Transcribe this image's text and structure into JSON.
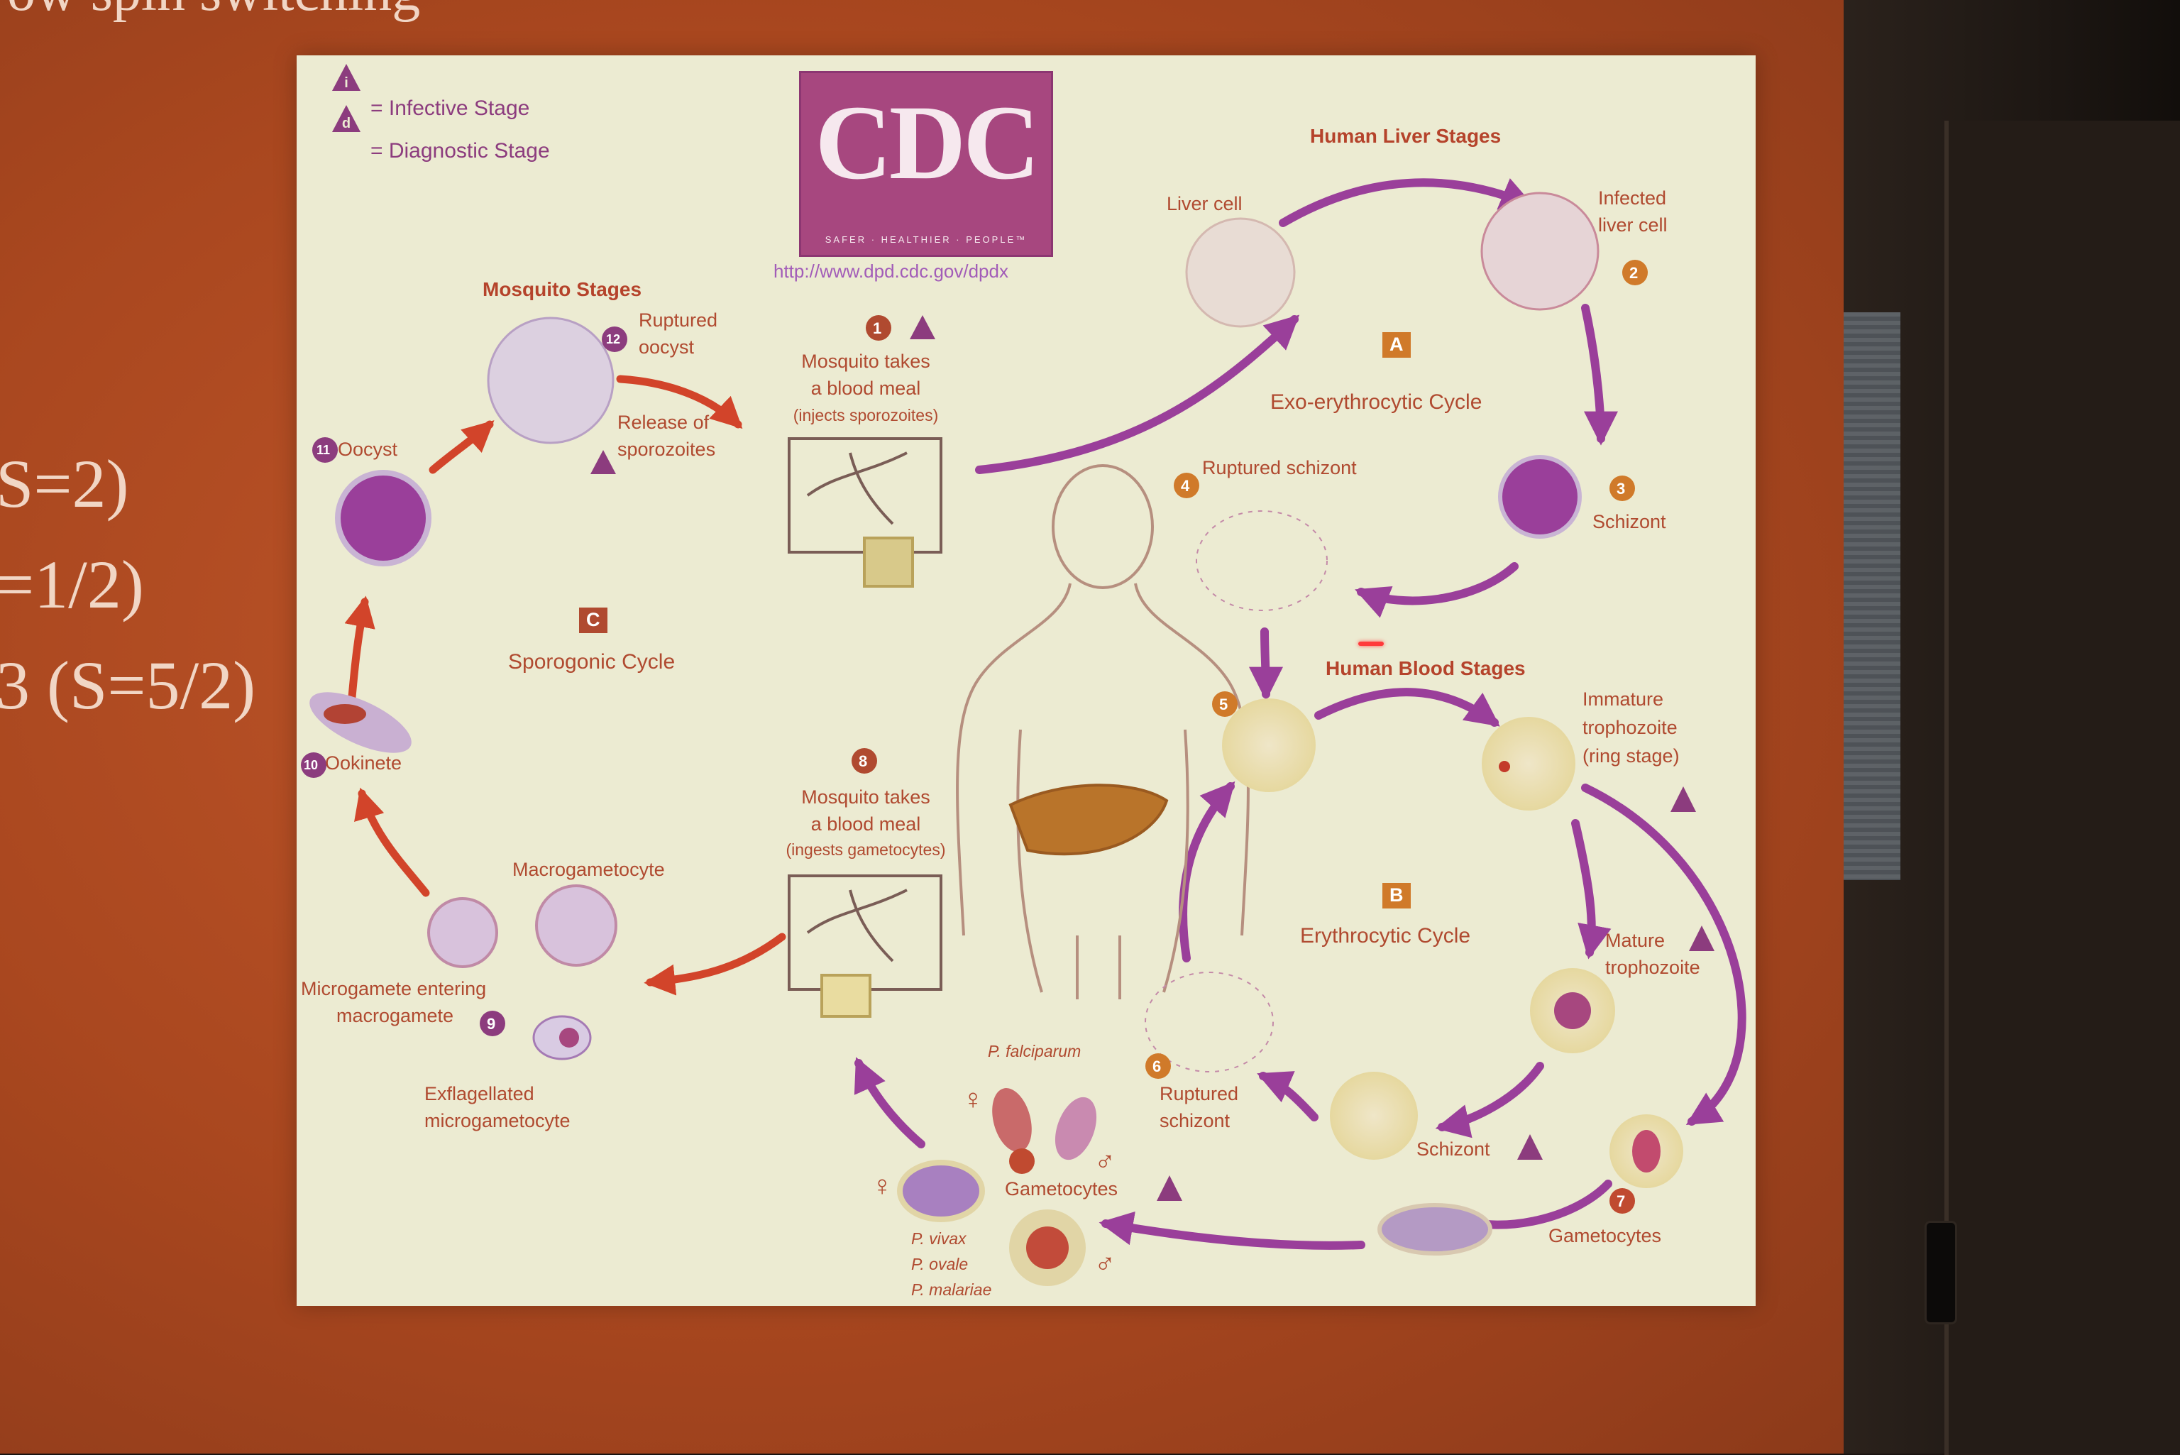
{
  "slide": {
    "title_fragment": "ow spin switching",
    "lines": [
      "S=2)",
      "=1/2)",
      "3 (S=5/2)"
    ]
  },
  "figure": {
    "logo": {
      "text": "CDC",
      "tagline": "SAFER · HEALTHIER · PEOPLE™"
    },
    "url": "http://www.dpd.cdc.gov/dpdx",
    "legend": {
      "infective": "= Infective Stage",
      "diagnostic": "= Diagnostic Stage",
      "infective_symbol": "i",
      "diagnostic_symbol": "d"
    },
    "section_headings": {
      "mosquito": "Mosquito Stages",
      "liver": "Human Liver Stages",
      "blood": "Human Blood Stages"
    },
    "cycles": {
      "sporogonic": {
        "letter": "C",
        "label": "Sporogonic Cycle"
      },
      "exo": {
        "letter": "A",
        "label": "Exo-erythrocytic Cycle"
      },
      "erythro": {
        "letter": "B",
        "label": "Erythrocytic Cycle"
      }
    },
    "step_numbers": [
      "1",
      "2",
      "3",
      "4",
      "5",
      "6",
      "7",
      "8",
      "9",
      "10",
      "11",
      "12"
    ],
    "labels": {
      "meal1_l1": "Mosquito takes",
      "meal1_l2": "a blood meal",
      "meal1_l3": "(injects sporozoites)",
      "liver_cell": "Liver cell",
      "infected_l1": "Infected",
      "infected_l2": "liver cell",
      "schizont": "Schizont",
      "ruptured_schizont": "Ruptured schizont",
      "immature_l1": "Immature",
      "immature_l2": "trophozoite",
      "immature_l3": "(ring stage)",
      "mature_l1": "Mature",
      "mature_l2": "trophozoite",
      "schizont_blood": "Schizont",
      "ruptured_l1": "Ruptured",
      "ruptured_l2": "schizont",
      "gametocytes_right": "Gametocytes",
      "gametocytes_center": "Gametocytes",
      "p_falciparum": "P. falciparum",
      "p_vivax": "P. vivax",
      "p_ovale": "P. ovale",
      "p_malariae": "P. malariae",
      "meal8_l1": "Mosquito takes",
      "meal8_l2": "a blood meal",
      "meal8_l3": "(ingests gametocytes)",
      "macrogametocyte": "Macrogametocyte",
      "microgamete_l1": "Microgamete entering",
      "microgamete_l2": "macrogamete",
      "exflag_l1": "Exflagellated",
      "exflag_l2": "microgametocyte",
      "ookinete": "Ookinete",
      "oocyst": "Oocyst",
      "ruptured_oocyst_l1": "Ruptured",
      "ruptured_oocyst_l2": "oocyst",
      "release_l1": "Release of",
      "release_l2": "sporozoites",
      "female_symbol": "♀",
      "male_symbol": "♂"
    }
  },
  "colors": {
    "slide_bg": "#b04b22",
    "figure_bg": "#ecebd2",
    "purple_arrow": "#9a3f9a",
    "red_arrow": "#d2442a",
    "label_red": "#b04a30",
    "brand_purple": "#a7477f"
  }
}
